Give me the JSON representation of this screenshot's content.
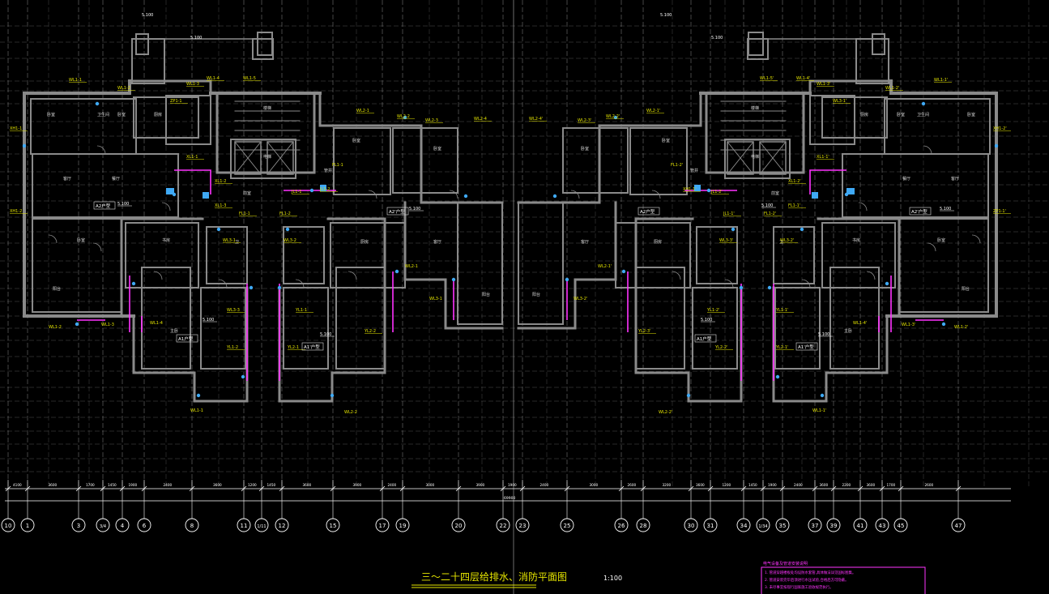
{
  "drawing": {
    "title": "三～二十四层给排水、消防平面图",
    "scale": "1:100",
    "notes_heading": "电气设备及管道安装说明",
    "notes_lines": [
      "1. 管道穿越楼板处均设防水套管,具体做法详见国标图集。",
      "2. 管道安装完毕后须进行水压试验,合格后方可隐蔽。",
      "3. 未尽事宜按现行国家施工验收规范执行。"
    ]
  },
  "grid_axes": [
    "10",
    "1",
    "3",
    "3/4",
    "4",
    "6",
    "8",
    "11",
    "1/11",
    "12",
    "15",
    "17",
    "19",
    "20",
    "22",
    "23",
    "25",
    "26",
    "28",
    "30",
    "31",
    "34",
    "1/34",
    "35",
    "37",
    "39",
    "41",
    "43",
    "45",
    "47"
  ],
  "dimensions": [
    "4100",
    "3600",
    "1700",
    "1450",
    "1900",
    "2400",
    "3600",
    "1200",
    "1450",
    "3600",
    "3900",
    "2400",
    "3000",
    "3900",
    "1900",
    "2400",
    "3000",
    "2600",
    "3200",
    "3600",
    "1200",
    "1450",
    "1900",
    "2400",
    "3600",
    "2200",
    "3600",
    "1700",
    "2600",
    "3900"
  ],
  "overall_dimension": "69900",
  "top_dims": [
    "5.100",
    "5.100",
    "5.100",
    "5.100"
  ],
  "unit_tags": [
    "A2户型",
    "A2'户型",
    "A1户型",
    "A1'户型",
    "A2户型",
    "A2'户型",
    "A1户型",
    "A1'户型"
  ],
  "riser_tags_left": [
    "WL1-1",
    "WL1-2",
    "WL1-3",
    "WL1-4",
    "WL1-5",
    "WL2-1",
    "WL2-2",
    "WL2-3",
    "WL2-4",
    "XL1-1",
    "XL1-2",
    "XL1-3",
    "FL1-1",
    "FL1-2",
    "JL1-1",
    "JL1-2",
    "XH1-1",
    "XH1-2",
    "ZP1-1",
    "WL3-1",
    "WL3-2",
    "WL3-3",
    "YL1-1",
    "YL1-2",
    "YL2-1",
    "YL2-2"
  ],
  "riser_tags_right": [
    "WL1-1'",
    "WL1-2'",
    "WL1-3'",
    "WL1-4'",
    "WL1-5'",
    "WL2-1'",
    "WL2-2'",
    "WL2-3'",
    "WL2-4'",
    "XL1-1'",
    "XL1-2'",
    "FL1-1'",
    "FL1-2'",
    "JL1-1'",
    "JL1-2'",
    "XH1-1'",
    "XH1-2'",
    "ZP1-1'",
    "WL3-1'",
    "WL3-2'",
    "WL3-3'",
    "YL1-1'",
    "YL1-2'",
    "YL2-1'",
    "YL2-2'",
    "YL2-3'"
  ],
  "room_labels": [
    "卧室",
    "卧室",
    "卫生间",
    "厨房",
    "客厅",
    "餐厅",
    "阳台",
    "卧室",
    "书房",
    "主卧",
    "卫",
    "前室",
    "电梯",
    "楼梯",
    "管井",
    "卧室",
    "卧室",
    "客厅",
    "厨房",
    "阳台"
  ],
  "colors": {
    "background": "#000000",
    "walls": "#8a8a8a",
    "grid": "#ffffff",
    "annotation": "#e6e600",
    "pipe": "#ff33ff",
    "riser": "#3fa9f5",
    "notes_border": "#ff33ff",
    "title": "#e6e600"
  }
}
